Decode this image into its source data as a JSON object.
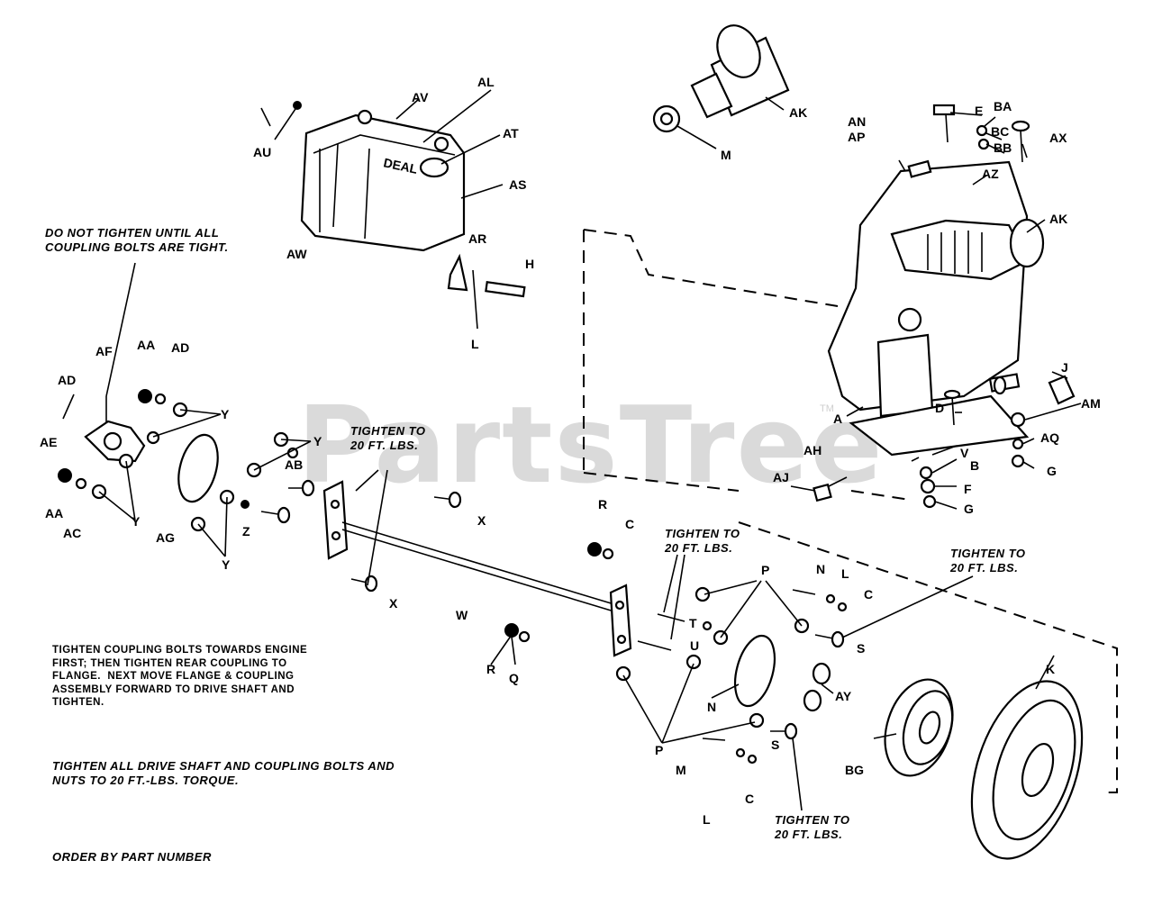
{
  "watermark": "PartsTree",
  "watermark_tm": "TM",
  "notes": {
    "do_not_tighten": "DO NOT TIGHTEN UNTIL ALL\nCOUPLING BOLTS ARE TIGHT.",
    "tighten_coupling": "TIGHTEN COUPLING BOLTS TOWARDS ENGINE\nFIRST; THEN TIGHTEN REAR COUPLING TO\nFLANGE.  NEXT MOVE FLANGE & COUPLING\nASSEMBLY FORWARD TO DRIVE SHAFT AND\nTIGHTEN.",
    "tighten_all": "TIGHTEN ALL DRIVE SHAFT AND COUPLING BOLTS AND\nNUTS TO 20 FT.-LBS. TORQUE.",
    "order_by": "ORDER BY PART NUMBER",
    "torque_1": "TIGHTEN TO\n20 FT. LBS.",
    "torque_2": "TIGHTEN TO\n20 FT. LBS.",
    "torque_3": "TIGHTEN TO\n20 FT. LBS.",
    "torque_4": "TIGHTEN TO\n20 FT. LBS."
  },
  "tank_decal": "DEAL",
  "callouts": [
    "AU",
    "AV",
    "AL",
    "AT",
    "AS",
    "AW",
    "AR",
    "H",
    "L",
    "AK",
    "M",
    "E",
    "BA",
    "BC",
    "BB",
    "AX",
    "AN",
    "AP",
    "AZ",
    "AK",
    "J",
    "AM",
    "D",
    "A",
    "AH",
    "AJ",
    "V",
    "B",
    "F",
    "G",
    "AQ",
    "G",
    "AD",
    "AF",
    "AA",
    "AD",
    "AE",
    "AA",
    "AC",
    "Y",
    "Y",
    "AG",
    "Y",
    "Y",
    "Z",
    "AB",
    "X",
    "X",
    "W",
    "R",
    "C",
    "N",
    "L",
    "C",
    "P",
    "T",
    "U",
    "S",
    "R",
    "Q",
    "N",
    "AY",
    "P",
    "M",
    "L",
    "C",
    "S",
    "BG",
    "K"
  ]
}
